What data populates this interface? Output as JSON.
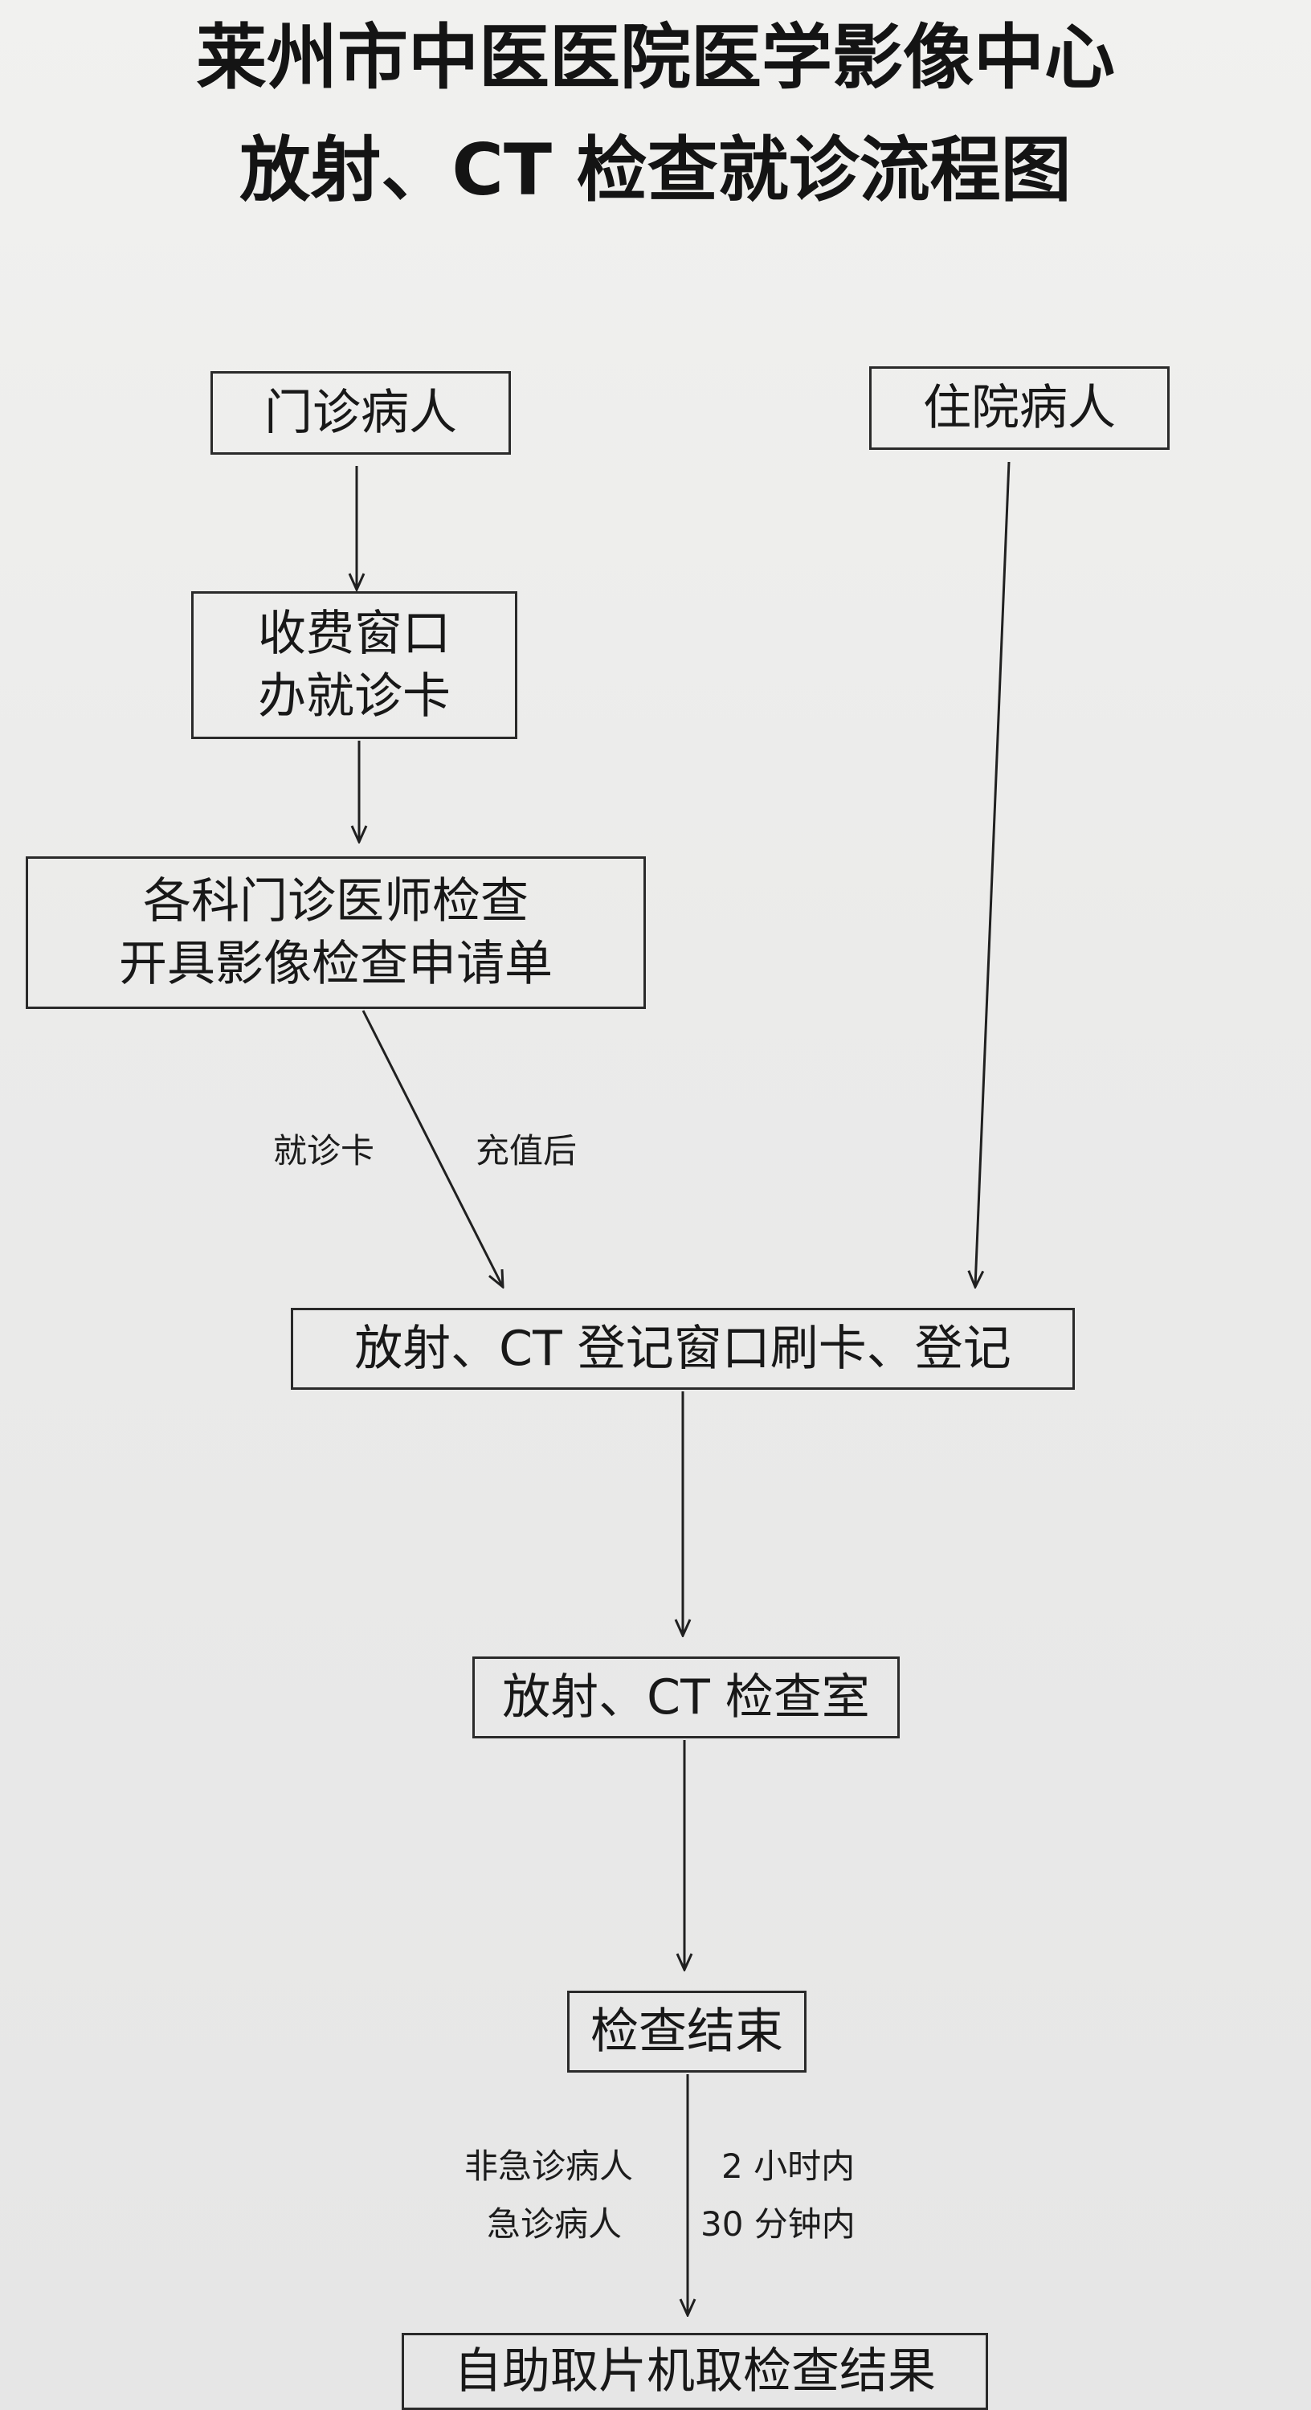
{
  "title": {
    "line1": "莱州市中医医院医学影像中心",
    "line2": "放射、CT 检查就诊流程图"
  },
  "nodes": {
    "outpatient": "门诊病人",
    "inpatient": "住院病人",
    "payment_window": {
      "line1": "收费窗口",
      "line2": "办就诊卡"
    },
    "doctor_exam": {
      "line1": "各科门诊医师检查",
      "line2": "开具影像检查申请单"
    },
    "registration": "放射、CT 登记窗口刷卡、登记",
    "exam_room": "放射、CT 检查室",
    "exam_end": "检查结束",
    "self_service": "自助取片机取检查结果"
  },
  "edge_labels": {
    "card": "就诊卡",
    "recharged": "充值后",
    "non_emergency": "非急诊病人",
    "non_emergency_time": "2 小时内",
    "emergency": "急诊病人",
    "emergency_time": "30 分钟内"
  },
  "colors": {
    "line": "#202020",
    "border": "#2a2a2a"
  }
}
